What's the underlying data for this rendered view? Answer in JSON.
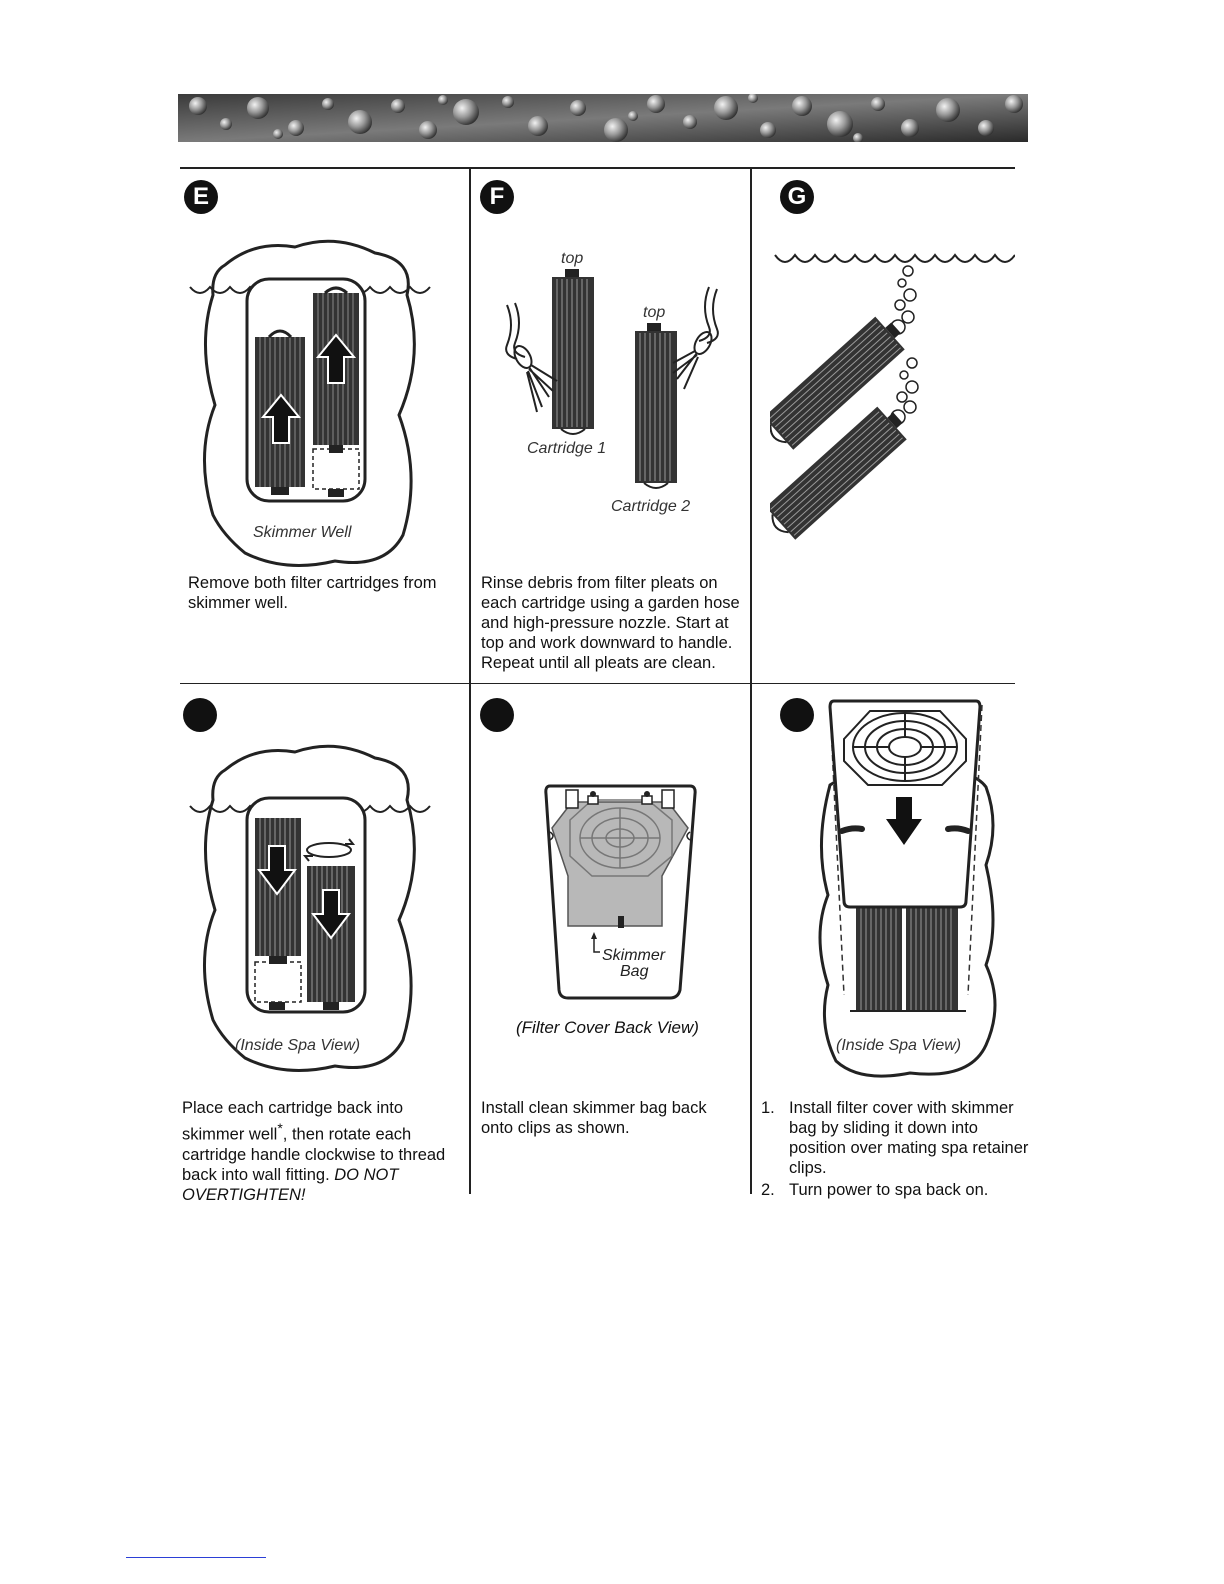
{
  "steps": {
    "E": {
      "badge": "E",
      "label_well": "Skimmer   Well",
      "caption": "Remove both filter cartridges from skimmer well."
    },
    "F": {
      "badge": "F",
      "label_top1": "top",
      "label_top2": "top",
      "label_cart1": "Cartridge   1",
      "label_cart2": "Cartridge   2",
      "caption": "Rinse debris from filter pleats on each cartridge using a garden hose and high-pressure nozzle.  Start at top and work downward to handle. Repeat until all pleats are clean."
    },
    "G": {
      "badge": "G"
    },
    "H": {
      "label_view": "(Inside   Spa   View)",
      "caption_a": "Place each cartridge back into skimmer well",
      "caption_star": "*",
      "caption_b": ", then rotate each cartridge handle clockwise to thread back into wall fitting.  ",
      "caption_em": "DO NOT OVERTIGHTEN!"
    },
    "I": {
      "label_bag_1": "Skimmer",
      "label_bag_2": "Bag",
      "label_view": "(Filter Cover Back View)",
      "caption": "Install clean skimmer bag back onto clips as shown."
    },
    "J": {
      "label_view": "(Inside   Spa   View)",
      "items": [
        {
          "num": "1.",
          "text": "Install filter cover with skimmer bag by sliding it down into position over mating spa retainer clips."
        },
        {
          "num": "2.",
          "text": "Turn power to spa back on."
        }
      ]
    }
  },
  "colors": {
    "ink": "#111111",
    "link": "#2b3fd6"
  },
  "icons": [
    "up-arrow-icon",
    "down-arrow-icon",
    "rotate-arrow-icon",
    "water-spray-icon",
    "bubbles-icon"
  ]
}
